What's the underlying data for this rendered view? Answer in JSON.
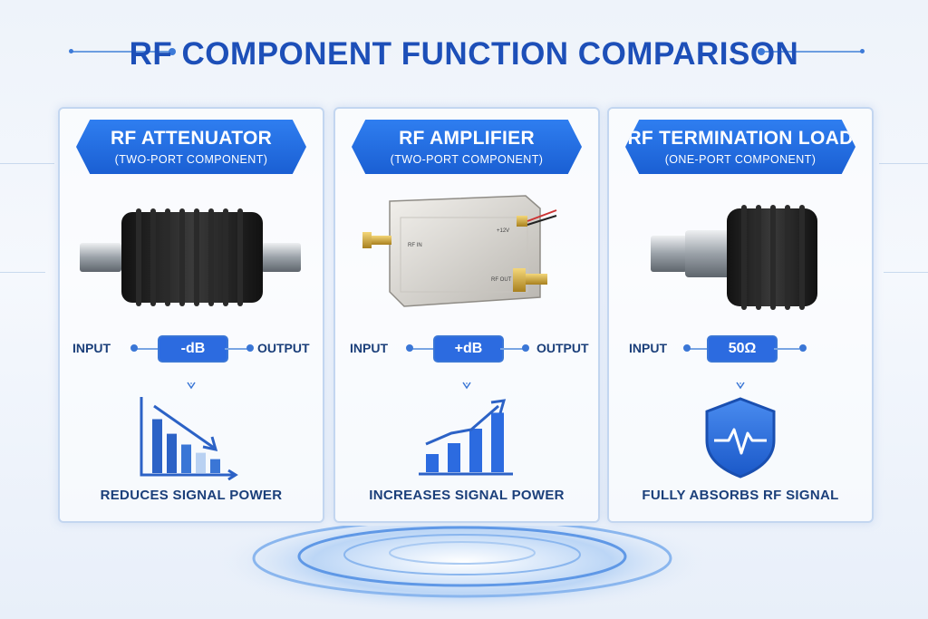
{
  "title": "RF COMPONENT FUNCTION COMPARISON",
  "colors": {
    "accent": "#1d4fb8",
    "header": "#2a6fe6",
    "text": "#1b3f7a"
  },
  "cards": [
    {
      "title": "RF ATTENUATOR",
      "subtitle": "(TWO-PORT COMPONENT)",
      "input_label": "INPUT",
      "badge": "-dB",
      "output_label": "OUTPUT",
      "effect": "REDUCES SIGNAL POWER",
      "icon": "decreasing-bar-chart-icon",
      "bars": [
        0.85,
        0.62,
        0.45,
        0.32,
        0.22
      ]
    },
    {
      "title": "RF AMPLIFIER",
      "subtitle": "(TWO-PORT COMPONENT)",
      "input_label": "INPUT",
      "badge": "+dB",
      "output_label": "OUTPUT",
      "effect": "INCREASES SIGNAL POWER",
      "icon": "increasing-bar-chart-icon",
      "bars": [
        0.25,
        0.4,
        0.6,
        0.82
      ],
      "device_labels": {
        "left": "RF IN",
        "right": "RF OUT",
        "top": "+12V"
      }
    },
    {
      "title": "RF TERMINATION LOAD",
      "subtitle": "(ONE-PORT COMPONENT)",
      "input_label": "INPUT",
      "badge": "50Ω",
      "effect": "FULLY ABSORBS RF SIGNAL",
      "icon": "shield-signal-icon"
    }
  ]
}
